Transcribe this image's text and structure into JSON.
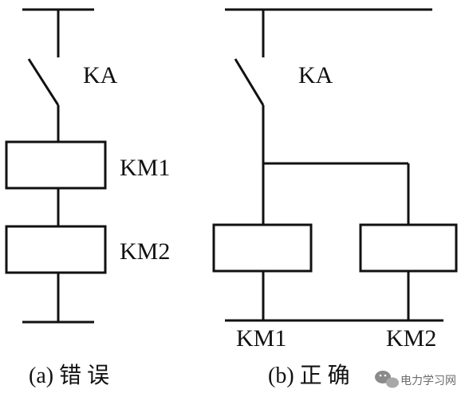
{
  "left_circuit": {
    "switch_label": "KA",
    "coil_1_label": "KM1",
    "coil_2_label": "KM2",
    "caption": "(a) 错 误"
  },
  "right_circuit": {
    "switch_label": "KA",
    "coil_1_label": "KM1",
    "coil_2_label": "KM2",
    "caption": "(b) 正 确"
  },
  "watermark": {
    "text": "电力学习网",
    "icon": "chat-bubble-icon"
  },
  "colors": {
    "line": "#111111",
    "background": "#ffffff",
    "watermark": "#6b6b6b"
  }
}
